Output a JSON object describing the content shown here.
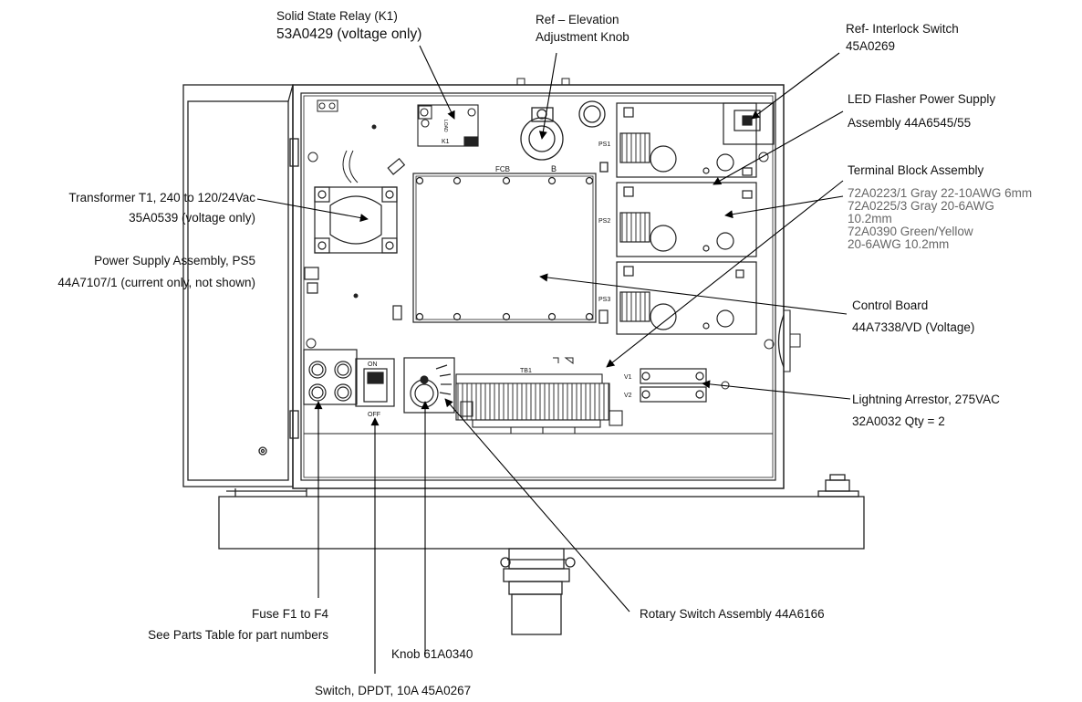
{
  "panel_marks": {
    "k1": "K1",
    "load": "LOAD",
    "fcb": "FCB",
    "b": "B",
    "ps1": "PS1",
    "ps2": "PS2",
    "ps3": "PS3",
    "tb1": "TB1",
    "v1": "V1",
    "v2": "V2",
    "on": "ON",
    "off": "OFF"
  },
  "callouts": {
    "relay": {
      "line1": "Solid State Relay (K1)",
      "line2": "53A0429 (voltage only)"
    },
    "elevation": {
      "line1": "Ref – Elevation",
      "line2": "Adjustment Knob"
    },
    "interlock": {
      "line1": "Ref- Interlock Switch",
      "line2": "45A0269"
    },
    "led_flasher": {
      "line1": "LED Flasher Power Supply",
      "line2": "Assembly 44A6545/55"
    },
    "terminal_block": {
      "title": "Terminal Block Assembly",
      "line1": "72A0223/1 Gray 22-10AWG 6mm",
      "line2": "72A0225/3 Gray 20-6AWG",
      "line3": "10.2mm",
      "line4": "72A0390 Green/Yellow",
      "line5": "20-6AWG 10.2mm"
    },
    "transformer": {
      "line1": "Transformer T1, 240 to 120/24Vac",
      "line2": "35A0539 (voltage only)"
    },
    "power_supply": {
      "line1": "Power Supply Assembly, PS5",
      "line2": "44A7107/1 (current only, not shown)"
    },
    "control_board": {
      "line1": "Control Board",
      "line2": "44A7338/VD (Voltage)"
    },
    "arrestor": {
      "line1": "Lightning Arrestor, 275VAC",
      "line2": "32A0032 Qty = 2"
    },
    "rotary": {
      "line1": "Rotary Switch Assembly 44A6166"
    },
    "fuse": {
      "line1": "Fuse F1 to F4",
      "line2": "See Parts Table for part numbers"
    },
    "knob": {
      "line1": "Knob 61A0340"
    },
    "switch": {
      "line1": "Switch, DPDT, 10A 45A0267"
    }
  }
}
